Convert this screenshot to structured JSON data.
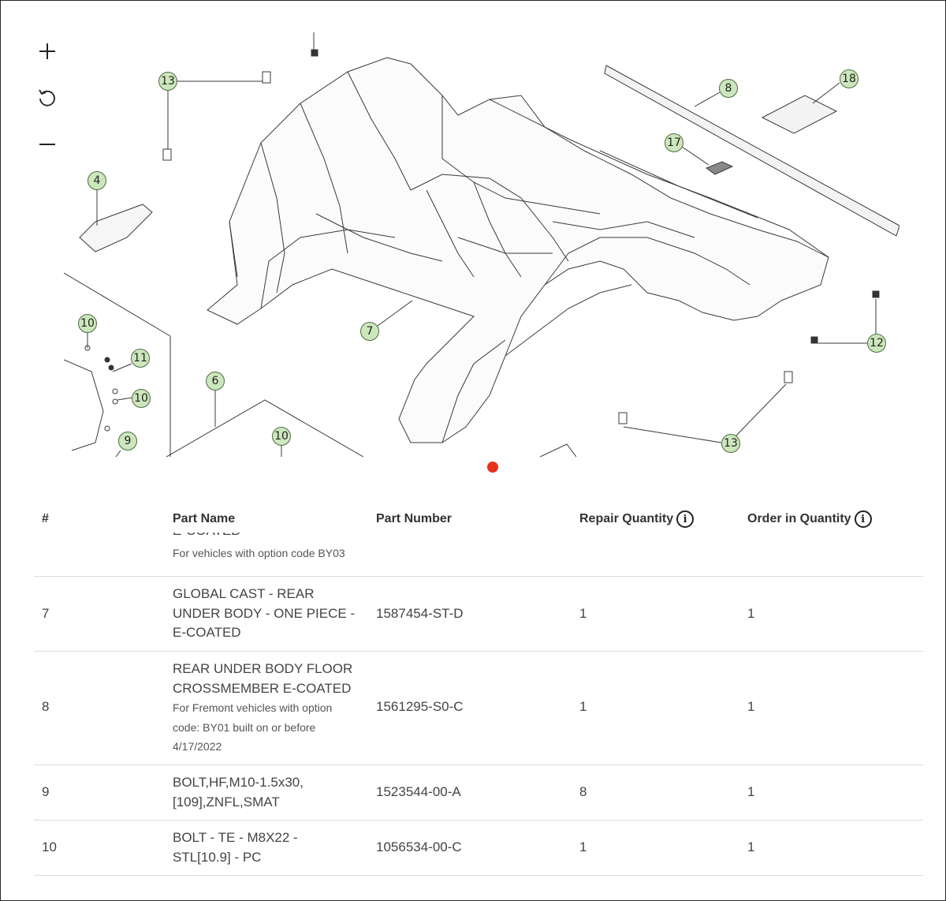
{
  "zoom_controls": {
    "zoom_in": "zoom-in",
    "reset": "reset-view",
    "zoom_out": "zoom-out"
  },
  "callouts": [
    "13",
    "4",
    "10",
    "11",
    "10",
    "9",
    "6",
    "10",
    "7",
    "8",
    "18",
    "17",
    "12",
    "13"
  ],
  "table": {
    "headers": {
      "index": "#",
      "part_name": "Part Name",
      "part_number": "Part Number",
      "repair_qty": "Repair Quantity",
      "order_qty": "Order in Quantity"
    },
    "partial_row": {
      "name_tail": "E-COATED",
      "note": "For vehicles with option code BY03"
    },
    "rows": [
      {
        "index": "7",
        "name_lines": [
          "GLOBAL CAST - REAR",
          "UNDER BODY - ONE PIECE -",
          "E-COATED"
        ],
        "note_lines": [],
        "part_number": "1587454-ST-D",
        "repair_qty": "1",
        "order_qty": "1"
      },
      {
        "index": "8",
        "name_lines": [
          "REAR UNDER BODY FLOOR",
          "CROSSMEMBER E-COATED"
        ],
        "note_lines": [
          "For Fremont vehicles with option",
          "code: BY01 built on or before",
          "4/17/2022"
        ],
        "part_number": "1561295-S0-C",
        "repair_qty": "1",
        "order_qty": "1"
      },
      {
        "index": "9",
        "name_lines": [
          "BOLT,HF,M10-1.5x30,",
          "[109],ZNFL,SMAT"
        ],
        "note_lines": [],
        "part_number": "1523544-00-A",
        "repair_qty": "8",
        "order_qty": "1"
      },
      {
        "index": "10",
        "name_lines": [
          "BOLT - TE - M8X22 -",
          "STL[10.9] - PC"
        ],
        "note_lines": [],
        "part_number": "1056534-00-C",
        "repair_qty": "1",
        "order_qty": "1"
      }
    ]
  },
  "colors": {
    "callout_fill": "#cde7bd",
    "active_dot": "#e8311a",
    "row_divider": "#dcdcdc"
  }
}
